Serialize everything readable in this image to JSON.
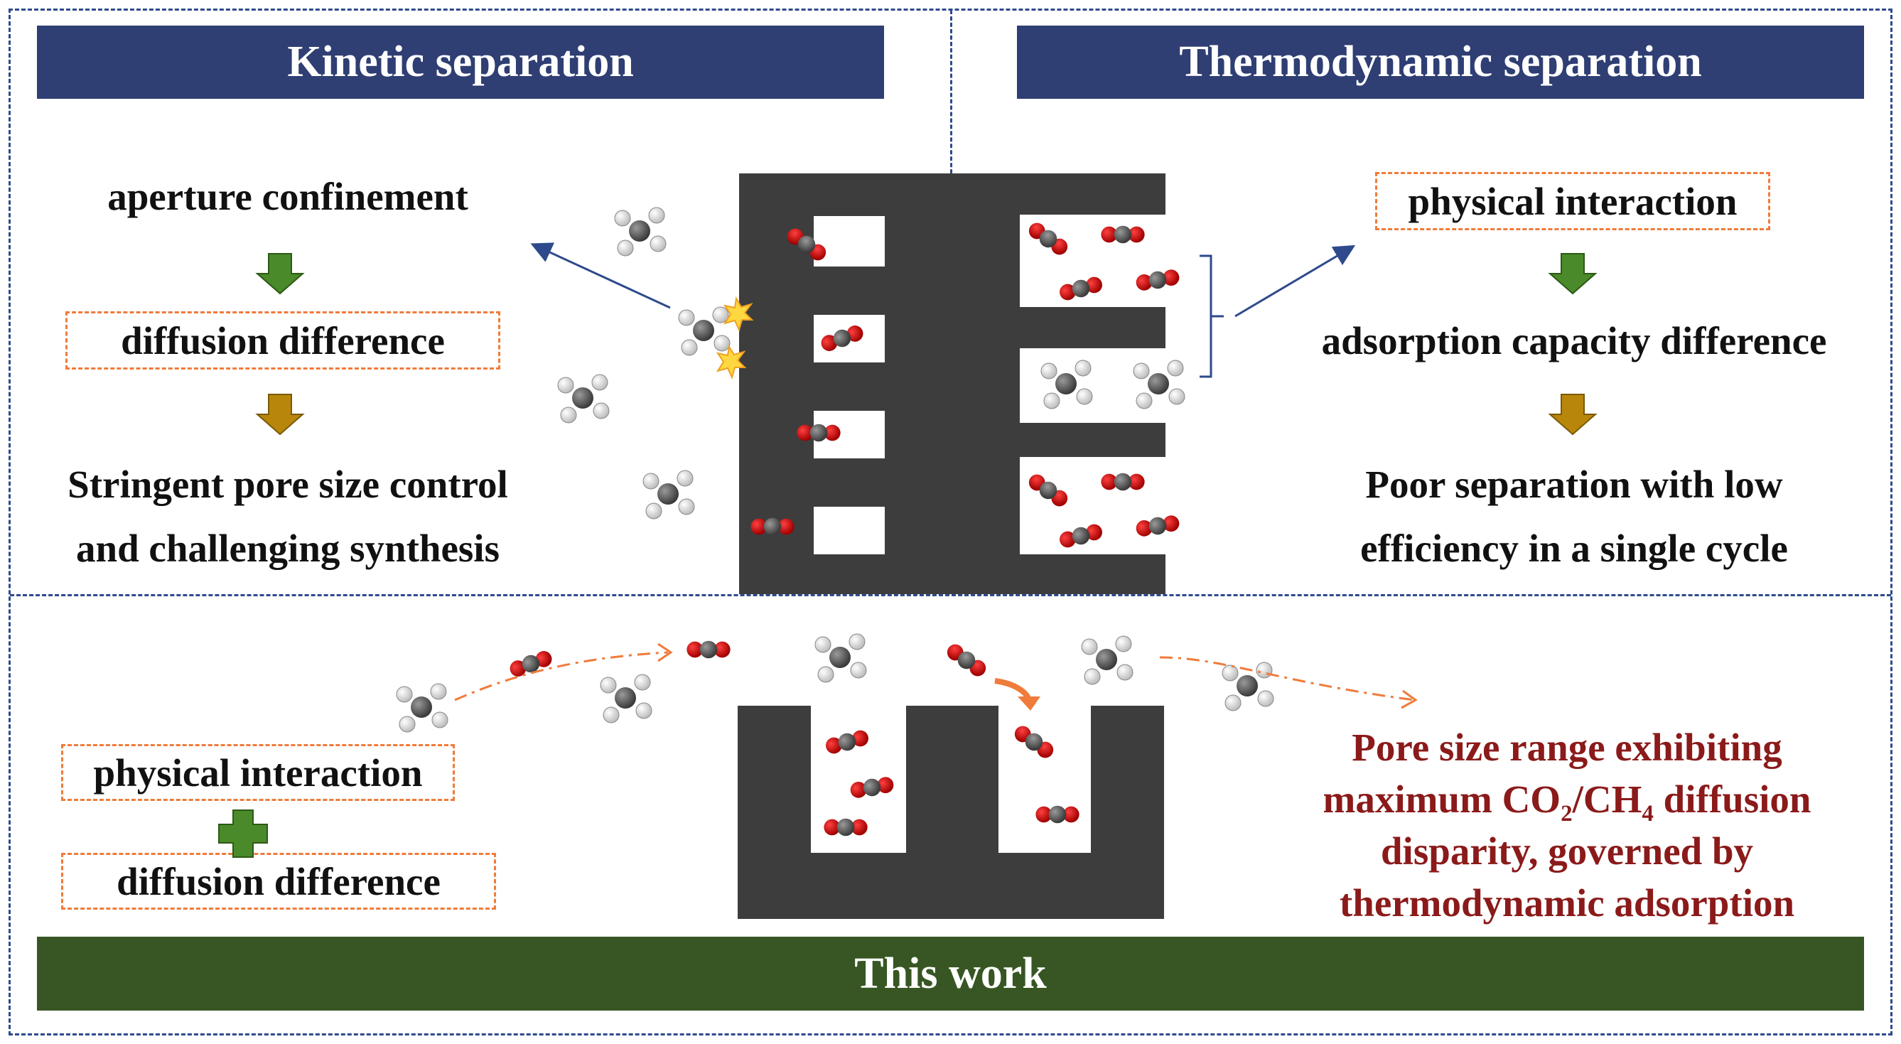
{
  "kinetic": {
    "title": "Kinetic separation",
    "step1": "aperture confinement",
    "step2": "diffusion difference",
    "step3_line1": "Stringent pore size control",
    "step3_line2": "and challenging synthesis"
  },
  "thermodynamic": {
    "title": "Thermodynamic separation",
    "step1": "physical interaction",
    "step2": "adsorption capacity difference",
    "step3_line1": "Poor separation with low",
    "step3_line2": "efficiency in a single cycle"
  },
  "this_work": {
    "banner": "This work",
    "label1": "physical interaction",
    "label2": "diffusion difference",
    "result_line1": "Pore size range exhibiting",
    "result_line2_pre": "maximum CO",
    "result_line2_sub1": "2",
    "result_line2_mid": "/CH",
    "result_line2_sub2": "4",
    "result_line2_post": " diffusion",
    "result_line3": "disparity, governed by",
    "result_line4": "thermodynamic adsorption"
  },
  "colors": {
    "header_blue": "#2f3e73",
    "banner_green": "#375623",
    "dashed_blue": "#2e4a8c",
    "orange_dash": "#f07b3a",
    "arrow_green": "#4a8a2a",
    "arrow_gold": "#b8860b",
    "pore_gray": "#3d3d3d",
    "result_red": "#8b1a1a"
  }
}
